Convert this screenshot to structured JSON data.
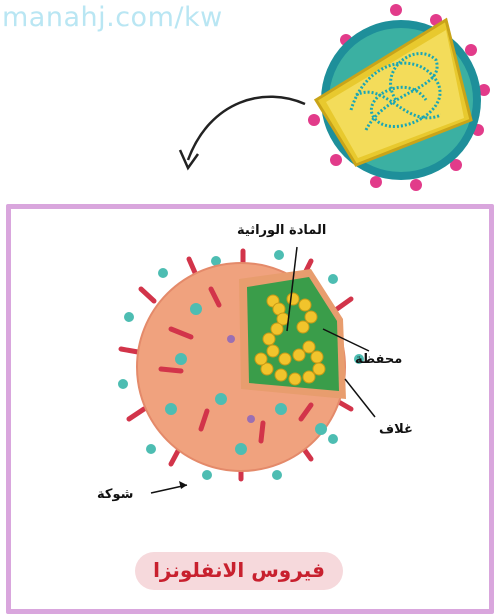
{
  "watermark": "manahj.com/kw",
  "labels": {
    "genetic_material": "المادة الوراثية",
    "capsid": "محفظة",
    "envelope": "غلاف",
    "spike": "شوكة"
  },
  "title": "فيروس الانفلونزا",
  "colors": {
    "frame": "#d9a6dd",
    "title_text": "#c8202e",
    "title_bg": "#f6d9dc",
    "virus_body": "#f0a27e",
    "capsid": "#3a9d4a",
    "spike_red": "#d2344a",
    "spike_teal": "#4dbdb2"
  }
}
